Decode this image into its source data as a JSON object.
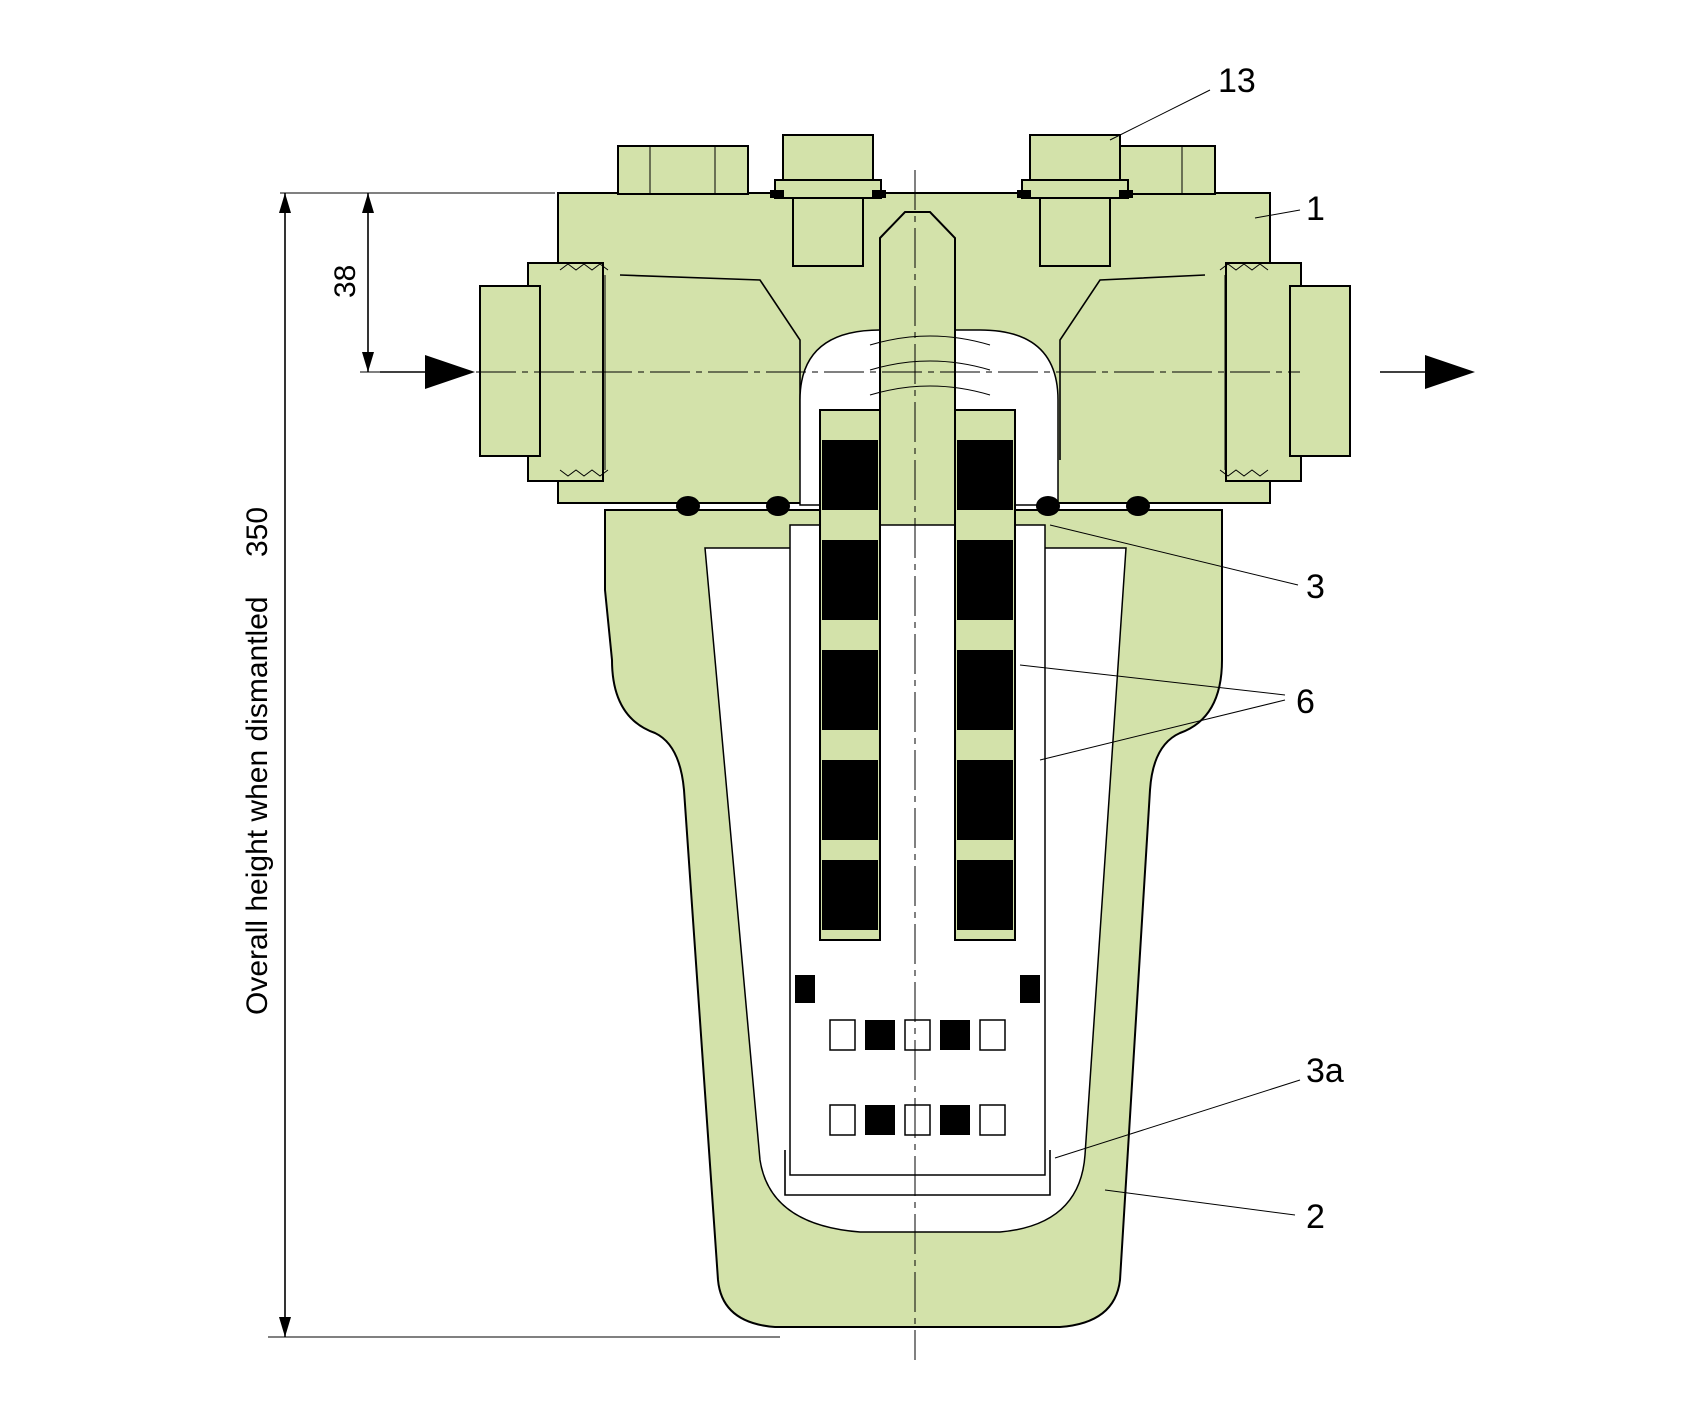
{
  "callouts": {
    "c13": "13",
    "c1": "1",
    "c3": "3",
    "c6": "6",
    "c3a": "3a",
    "c2": "2"
  },
  "dimensions": {
    "top_offset": "38",
    "overall_height_label": "Overall height when dismantled",
    "overall_height_value": "350"
  },
  "colors": {
    "body": "#d3e2aa",
    "outline": "#000000",
    "background": "#ffffff"
  }
}
